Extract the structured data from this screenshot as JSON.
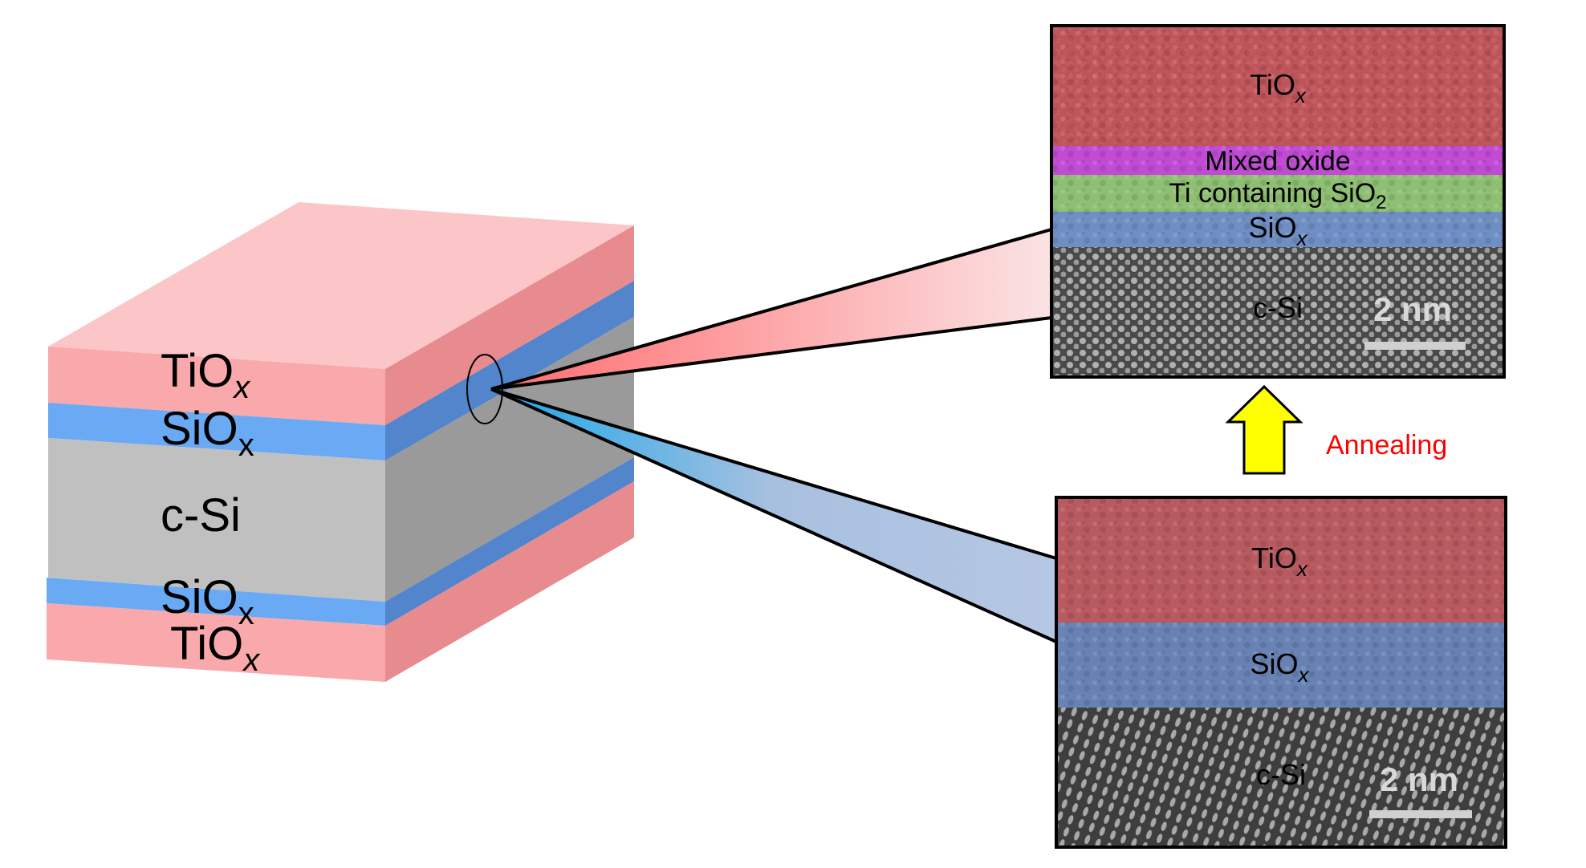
{
  "stack": {
    "layers": [
      {
        "name": "TiOx",
        "label_main": "TiO",
        "label_sub": "x",
        "sub_italic": true
      },
      {
        "name": "SiOx",
        "label_main": "SiO",
        "label_sub": "x",
        "sub_italic": false
      },
      {
        "name": "c-Si",
        "label_main": "c-Si",
        "label_sub": "",
        "sub_italic": false
      },
      {
        "name": "SiOx",
        "label_main": "SiO",
        "label_sub": "x",
        "sub_italic": false
      },
      {
        "name": "TiOx",
        "label_main": "TiO",
        "label_sub": "x",
        "sub_italic": true
      }
    ],
    "colors": {
      "tiox_front": "#f9a9ab",
      "tiox_top": "#fcc6c8",
      "tiox_side": "#e88b8e",
      "siox_front": "#6aaaf4",
      "siox_side": "#5285cb",
      "csi_front": "#c0c0c0",
      "csi_side": "#9a9a9a"
    }
  },
  "tem_top": {
    "layers": [
      {
        "label_main": "TiO",
        "label_sub": "x",
        "sub_italic": true,
        "color": "#c7555b"
      },
      {
        "label_main": "Mixed oxide",
        "label_sub": "",
        "sub_italic": false,
        "color": "#c14bd4"
      },
      {
        "label_main": "Ti containing SiO",
        "label_sub": "2",
        "sub_italic": false,
        "color": "#8fbf73"
      },
      {
        "label_main": "SiO",
        "label_sub": "x",
        "sub_italic": true,
        "color": "#6f8fc4"
      },
      {
        "label_main": "c-Si",
        "label_sub": "",
        "sub_italic": false,
        "color": "#6e6e6e"
      }
    ],
    "scale_bar": "2 nm"
  },
  "tem_bottom": {
    "layers": [
      {
        "label_main": "TiO",
        "label_sub": "x",
        "sub_italic": true,
        "color": "#b85a60"
      },
      {
        "label_main": "SiO",
        "label_sub": "x",
        "sub_italic": true,
        "color": "#6882b4"
      },
      {
        "label_main": "c-Si",
        "label_sub": "",
        "sub_italic": false,
        "color": "#6e6e6e"
      }
    ],
    "scale_bar": "2 nm"
  },
  "annealing": {
    "label": "Annealing",
    "arrow_color": "#ffff00",
    "text_color": "#ff0000"
  }
}
